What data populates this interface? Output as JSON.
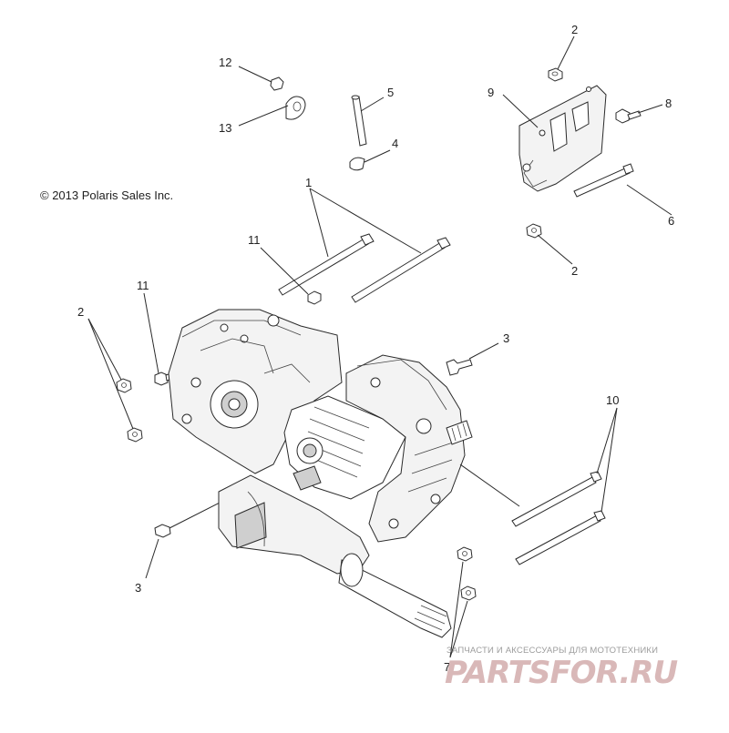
{
  "copyright": "© 2013 Polaris Sales Inc.",
  "callouts": {
    "c1": "1",
    "c2a": "2",
    "c2b": "2",
    "c2c": "2",
    "c3a": "3",
    "c3b": "3",
    "c4": "4",
    "c5": "5",
    "c6": "6",
    "c7": "7",
    "c8": "8",
    "c9": "9",
    "c10": "10",
    "c11a": "11",
    "c11b": "11",
    "c12": "12",
    "c13": "13"
  },
  "watermark": {
    "tagline": "ЗАПЧАСТИ И АКСЕССУАРЫ ДЛЯ МОТОТЕХНИКИ",
    "logo": "PARTSFOR.RU"
  }
}
